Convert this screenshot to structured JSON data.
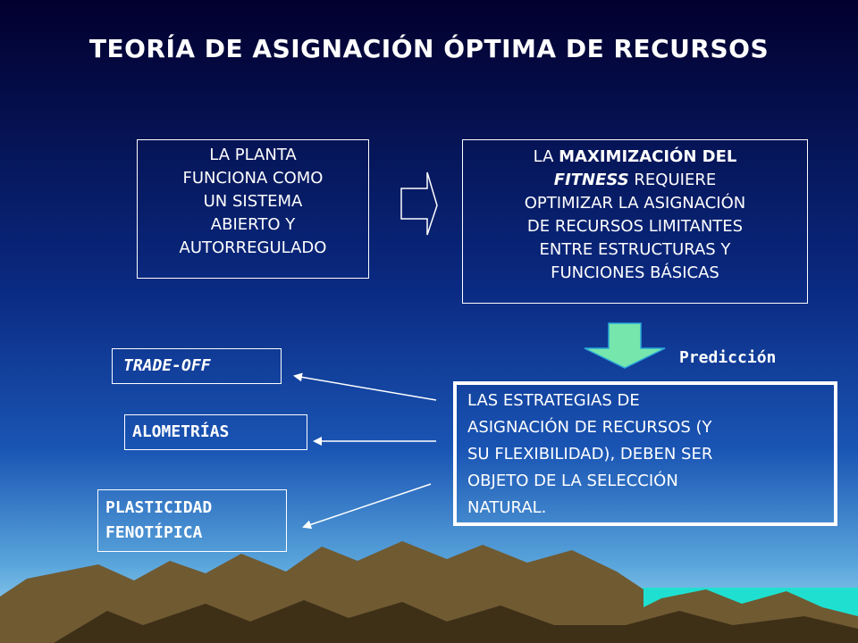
{
  "title": "TEORÍA DE ASIGNACIÓN ÓPTIMA DE RECURSOS",
  "box_planta": {
    "lines": [
      "LA PLANTA",
      "FUNCIONA COMO",
      "UN SISTEMA",
      "ABIERTO Y",
      "AUTORREGULADO"
    ]
  },
  "box_maxim": {
    "line1_pre": "LA ",
    "line1_bold": "MAXIMIZACIÓN DEL",
    "line2_bold_italic": "FITNESS",
    "line2_post": " REQUIERE",
    "lines_rest": [
      "OPTIMIZAR LA ASIGNACIÓN",
      "DE RECURSOS LIMITANTES",
      "ENTRE ESTRUCTURAS Y",
      "FUNCIONES BÁSICAS"
    ]
  },
  "prediction_label": "Predicción",
  "box_estrategias": {
    "lines": [
      "LAS ESTRATEGIAS DE",
      "ASIGNACIÓN DE RECURSOS (Y",
      "SU FLEXIBILIDAD), DEBEN SER",
      "OBJETO DE LA SELECCIÓN",
      "NATURAL."
    ]
  },
  "tradeoff": "TRADE-OFF",
  "alometrias": "ALOMETRÍAS",
  "plasticidad": {
    "lines": [
      "PLASTICIDAD",
      "FENOTÍPICA"
    ]
  },
  "colors": {
    "down_arrow_fill": "#77e6ad",
    "down_arrow_stroke": "#2aa8d8",
    "mountain": "#6f5a32",
    "mountain_dark": "#3e2f17",
    "sea": "#1fe0d0"
  }
}
